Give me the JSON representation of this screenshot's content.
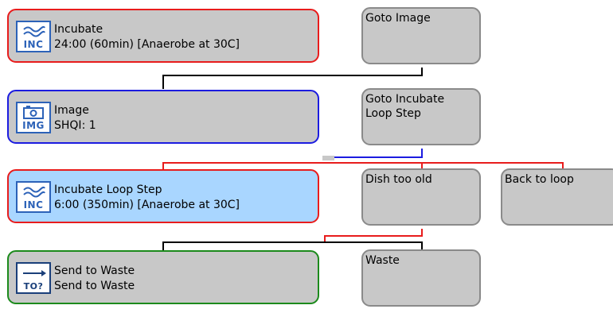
{
  "steps": [
    {
      "title": "Incubate",
      "detail": "24:00 (60min) [Anaerobe at 30C]",
      "icon": "incubate-icon",
      "icon_code": "INC",
      "border": "#e81c1c"
    },
    {
      "title": "Image",
      "detail": "SHQI: 1",
      "icon": "camera-icon",
      "icon_code": "IMG",
      "border": "#1c1ce0"
    },
    {
      "title": "Incubate Loop Step",
      "detail": "6:00 (350min) [Anaerobe at 30C]",
      "icon": "incubate-icon",
      "icon_code": "INC",
      "border": "#e81c1c",
      "selected": true
    },
    {
      "title": "Send to Waste",
      "detail": "Send to Waste",
      "icon": "arrow-right-icon",
      "icon_code": "TO?",
      "border": "#1c8a1c"
    }
  ],
  "conditions": [
    {
      "label": "Goto Image"
    },
    {
      "label": "Goto Incubate\nLoop Step"
    },
    {
      "label": "Dish too old"
    },
    {
      "label": "Back to loop"
    },
    {
      "label": "Waste"
    }
  ],
  "colors": {
    "link_black": "#000000",
    "link_blue": "#1c1ce0",
    "link_red": "#e81c1c",
    "selected_fill": "#a9d6ff"
  }
}
